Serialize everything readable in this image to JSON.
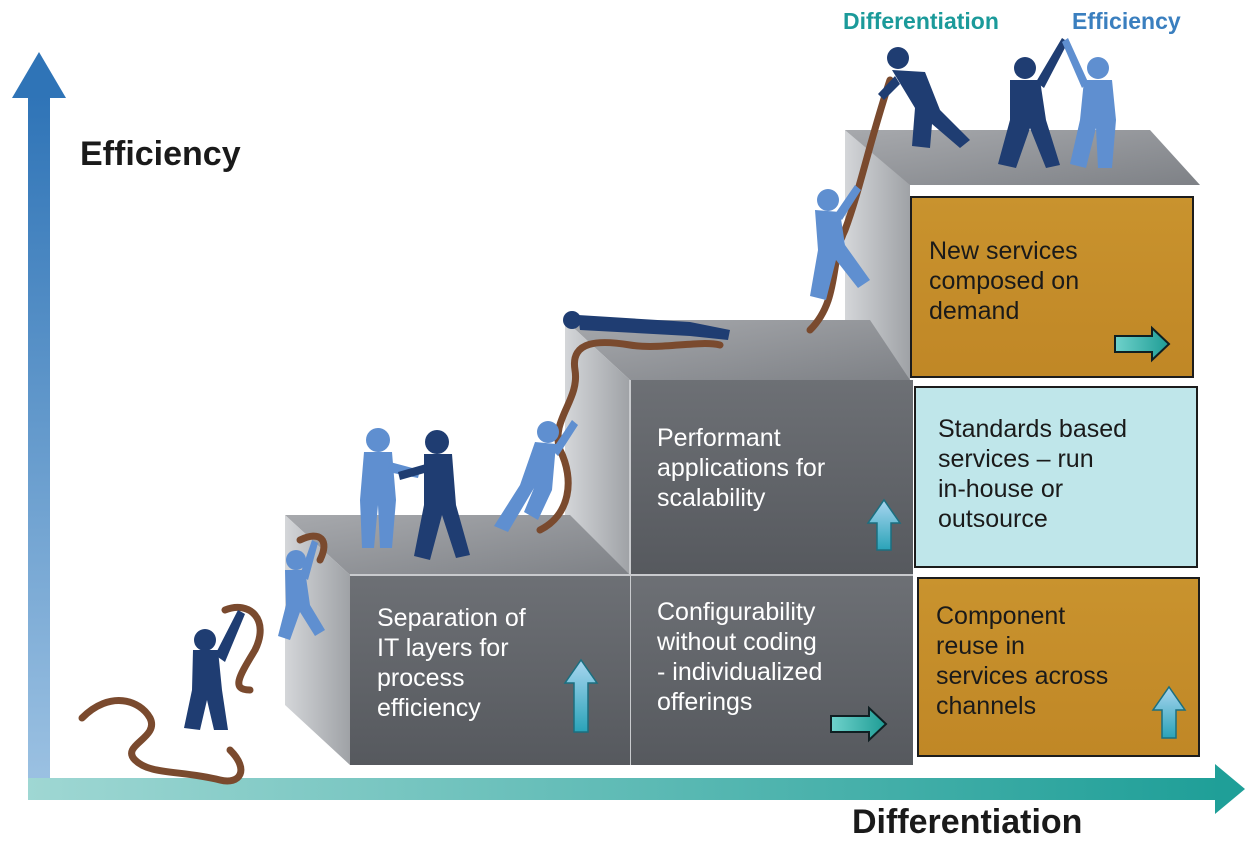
{
  "axes": {
    "y_label": "Efficiency",
    "x_label": "Differentiation"
  },
  "top_labels": {
    "differentiation": "Differentiation",
    "efficiency": "Efficiency"
  },
  "steps": {
    "step1_front": "Separation of\nIT layers for\nprocess\nefficiency",
    "step2_lower": "Configurability\nwithout coding\n- individualized\nofferings",
    "step2_upper": "Performant\napplications for\nscalability",
    "box_top": "New services\ncomposed on\ndemand",
    "box_middle": "Standards based\nservices – run\nin-house or\noutsource",
    "box_bottom": "Component\nreuse in\nservices across\nchannels"
  },
  "colors": {
    "axis_blue": "#3d7fc0",
    "axis_teal": "#2fb0a8",
    "gold": "#c5902b",
    "light_teal": "#bfe6ea",
    "grey_face": "#5e6166",
    "figure_dark": "#1f3d72",
    "figure_light": "#5f8fd0",
    "rope": "#7a4a2e"
  },
  "icons": {
    "up_arrow": "up-arrow-icon",
    "right_arrow": "right-arrow-icon"
  }
}
